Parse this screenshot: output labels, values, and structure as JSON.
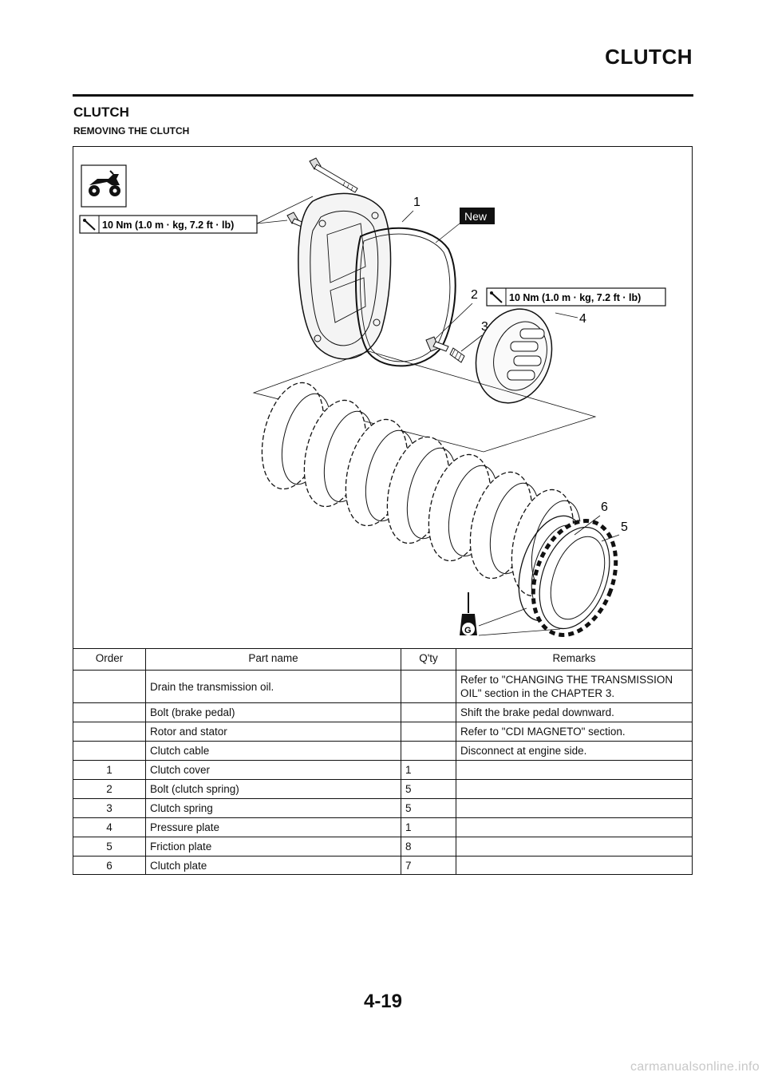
{
  "header": {
    "title": "CLUTCH"
  },
  "section": {
    "title": "CLUTCH",
    "subtitle": "REMOVING THE CLUTCH"
  },
  "diagram": {
    "torque_label_1": "10 Nm (1.0 m · kg, 7.2 ft · lb)",
    "torque_label_2": "10 Nm (1.0 m · kg, 7.2 ft · lb)",
    "new_badge": "New",
    "grease_badge": "G",
    "callouts": [
      "1",
      "2",
      "3",
      "4",
      "5",
      "6"
    ],
    "icons": [
      "motorcycle-icon",
      "torque-wrench-icon",
      "grease-icon"
    ]
  },
  "table": {
    "headers": [
      "Order",
      "Part name",
      "Q'ty",
      "Remarks"
    ],
    "rows": [
      {
        "order": "",
        "part": "Drain the transmission oil.",
        "qty": "",
        "remarks": "Refer to \"CHANGING THE TRANSMISSION OIL\" section in the CHAPTER 3."
      },
      {
        "order": "",
        "part": "Bolt (brake pedal)",
        "qty": "",
        "remarks": "Shift the brake pedal downward."
      },
      {
        "order": "",
        "part": "Rotor and stator",
        "qty": "",
        "remarks": "Refer to \"CDI MAGNETO\" section."
      },
      {
        "order": "",
        "part": "Clutch cable",
        "qty": "",
        "remarks": "Disconnect at engine side."
      },
      {
        "order": "1",
        "part": "Clutch cover",
        "qty": "1",
        "remarks": ""
      },
      {
        "order": "2",
        "part": "Bolt (clutch spring)",
        "qty": "5",
        "remarks": ""
      },
      {
        "order": "3",
        "part": "Clutch spring",
        "qty": "5",
        "remarks": ""
      },
      {
        "order": "4",
        "part": "Pressure plate",
        "qty": "1",
        "remarks": ""
      },
      {
        "order": "5",
        "part": "Friction plate",
        "qty": "8",
        "remarks": ""
      },
      {
        "order": "6",
        "part": "Clutch plate",
        "qty": "7",
        "remarks": ""
      }
    ]
  },
  "footer": {
    "page_number": "4-19",
    "watermark": "carmanualsonline.info"
  }
}
